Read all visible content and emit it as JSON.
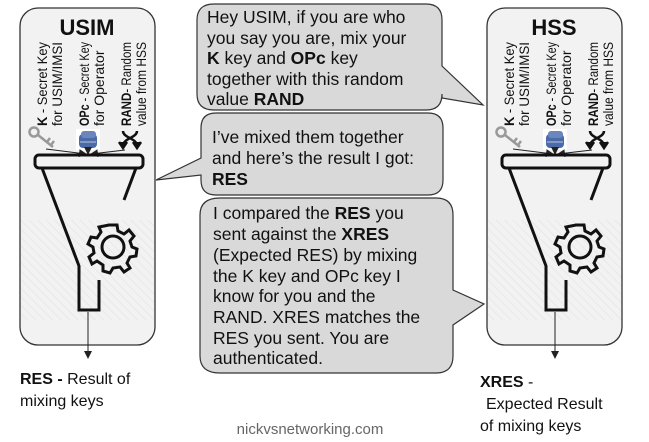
{
  "usim": {
    "title": "USIM",
    "k_bold": "K",
    "k_rest": " - Secret Key",
    "k_line2": "for USIM/IMSI",
    "opc_bold": "OPc",
    "opc_rest": " - Secret Key",
    "opc_line2": "for Operator",
    "rand_bold": "RAND",
    "rand_rest": "- Random",
    "rand_line2": "value from HSS",
    "output_bold": "RES - ",
    "output_rest": "Result of",
    "output_line2": "mixing keys"
  },
  "hss": {
    "title": "HSS",
    "k_bold": "K",
    "k_rest": " - Secret Key",
    "k_line2": "for USIM/IMSI",
    "opc_bold": "OPc",
    "opc_rest": " - Secret Key",
    "opc_line2": "for Operator",
    "rand_bold": "RAND",
    "rand_rest": "- Random",
    "rand_line2": "value from HSS",
    "output_bold": "XRES",
    "output_rest": " -",
    "output_line2": "Expected Result",
    "output_line3": "of mixing keys"
  },
  "bubble1": {
    "l1": "Hey USIM, if you are who",
    "l2": "you say you are, mix your",
    "l3a": "K",
    "l3b": " key and ",
    "l3c": "OPc",
    "l3d": " key",
    "l4": "together with this random",
    "l5a": "value ",
    "l5b": "RAND"
  },
  "bubble2": {
    "l1": "I’ve mixed them together",
    "l2": "and here’s the result I got:",
    "l3": "RES"
  },
  "bubble3": {
    "l1a": "I compared the ",
    "l1b": "RES",
    "l1c": " you",
    "l2a": "sent against the ",
    "l2b": "XRES",
    "l3": "(Expected RES) by mixing",
    "l4": "the K key and OPc key I",
    "l5": "know for you and the",
    "l6": "RAND. XRES matches the",
    "l7": "RES you sent. You are",
    "l8": "authenticated."
  },
  "footer": "nickvsnetworking.com",
  "colors": {
    "box": "#f2f2f2",
    "bubble": "#d9d9d9",
    "opc_icon": "#4a6aa8"
  }
}
